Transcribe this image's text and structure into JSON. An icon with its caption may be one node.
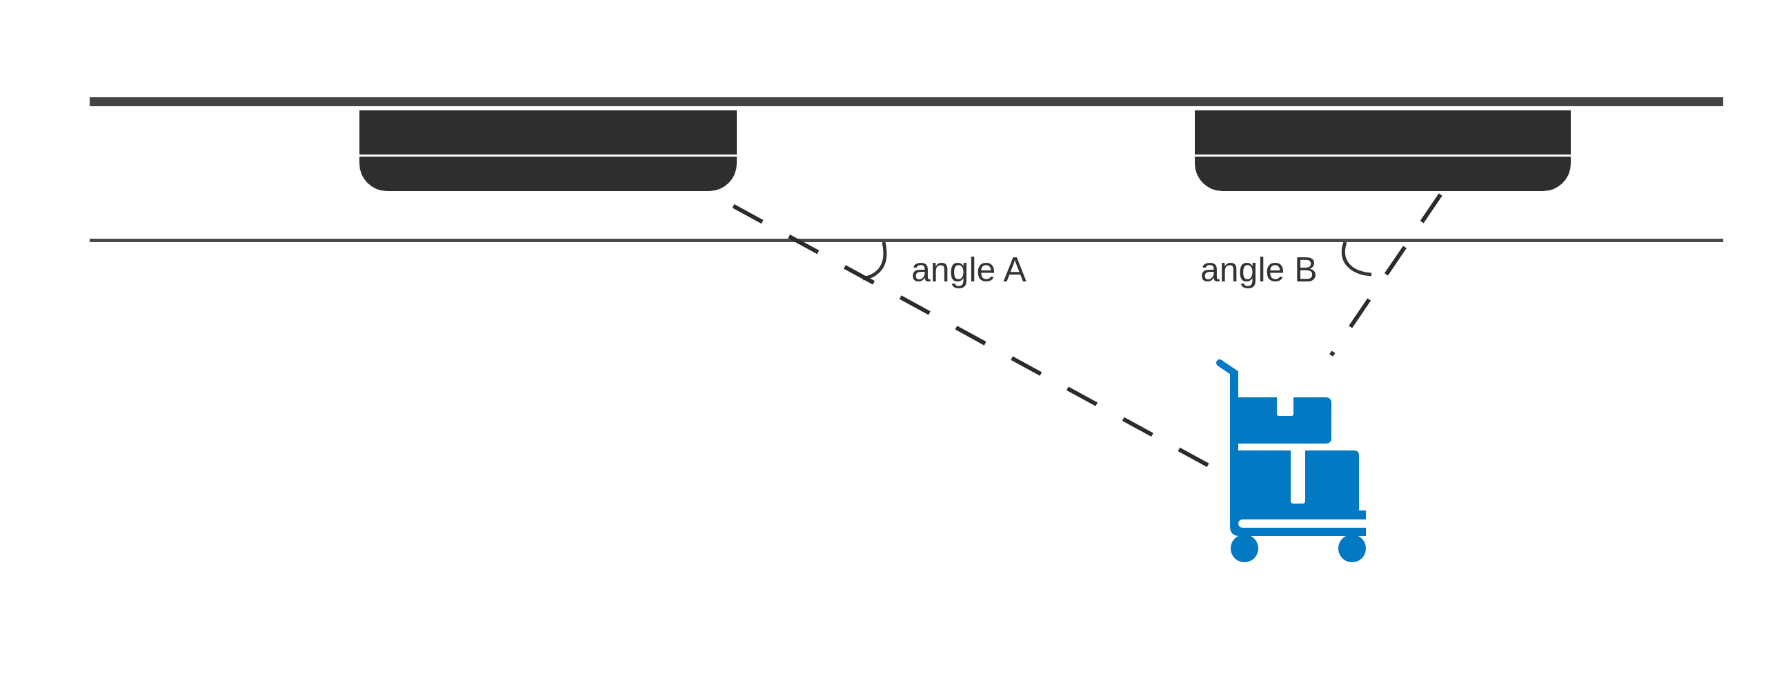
{
  "diagram": {
    "nodes": [
      {
        "text": [],
        "shape": "box"
      },
      {
        "text": [],
        "shape": "box"
      },
      {
        "text": [],
        "shape": "picture"
      }
    ],
    "edges": [
      {
        "from": 0,
        "to": 2,
        "arrow": "none",
        "style": "dashed"
      },
      {
        "from": 1,
        "to": 2,
        "arrow": "none",
        "style": "dashed"
      }
    ],
    "labels": [
      "angle A",
      "angle B"
    ]
  }
}
